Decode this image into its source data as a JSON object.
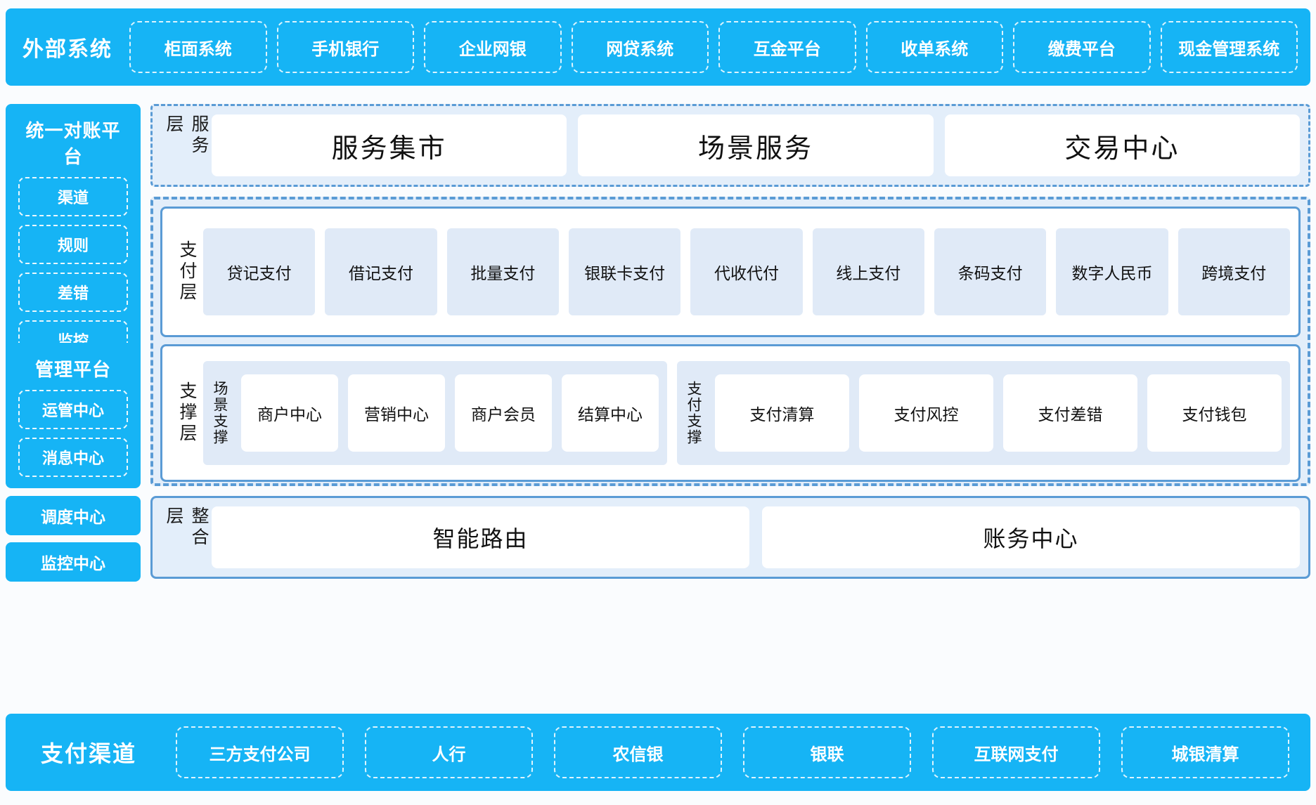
{
  "external_systems": {
    "title": "外部系统",
    "items": [
      "柜面系统",
      "手机银行",
      "企业网银",
      "网贷系统",
      "互金平台",
      "收单系统",
      "缴费平台",
      "现金管理系统"
    ]
  },
  "left_column": {
    "recon_platform": {
      "title": "统一对账平台",
      "items": [
        "渠道",
        "规则",
        "差错",
        "监控"
      ]
    },
    "mgmt_platform": {
      "title": "管理平台",
      "items": [
        "运管中心",
        "消息中心"
      ]
    },
    "standalone": [
      "调度中心",
      "监控中心"
    ]
  },
  "service_layer": {
    "label": "服务层",
    "cards": [
      "服务集市",
      "场景服务",
      "交易中心"
    ]
  },
  "pay_layer": {
    "label": "支付层",
    "cards": [
      "贷记支付",
      "借记支付",
      "批量支付",
      "银联卡支付",
      "代收代付",
      "线上支付",
      "条码支付",
      "数字人民币",
      "跨境支付"
    ]
  },
  "support_layer": {
    "label": "支撑层",
    "groups": [
      {
        "label": "场景支撑",
        "cards": [
          "商户中心",
          "营销中心",
          "商户会员",
          "结算中心"
        ]
      },
      {
        "label": "支付支撑",
        "cards": [
          "支付清算",
          "支付风控",
          "支付差错",
          "支付钱包"
        ]
      }
    ]
  },
  "integration_layer": {
    "label": "整合层",
    "cards": [
      "智能路由",
      "账务中心"
    ]
  },
  "payment_channels": {
    "title": "支付渠道",
    "items": [
      "三方支付公司",
      "人行",
      "农信银",
      "银联",
      "互联网支付",
      "城银清算"
    ]
  },
  "colors": {
    "brand_blue": "#16b4f5",
    "panel_blue": "#e3eefa",
    "card_blue": "#e0eaf7",
    "border_blue": "#5a9bd5",
    "white": "#ffffff",
    "page_bg": "#fafcfe"
  }
}
